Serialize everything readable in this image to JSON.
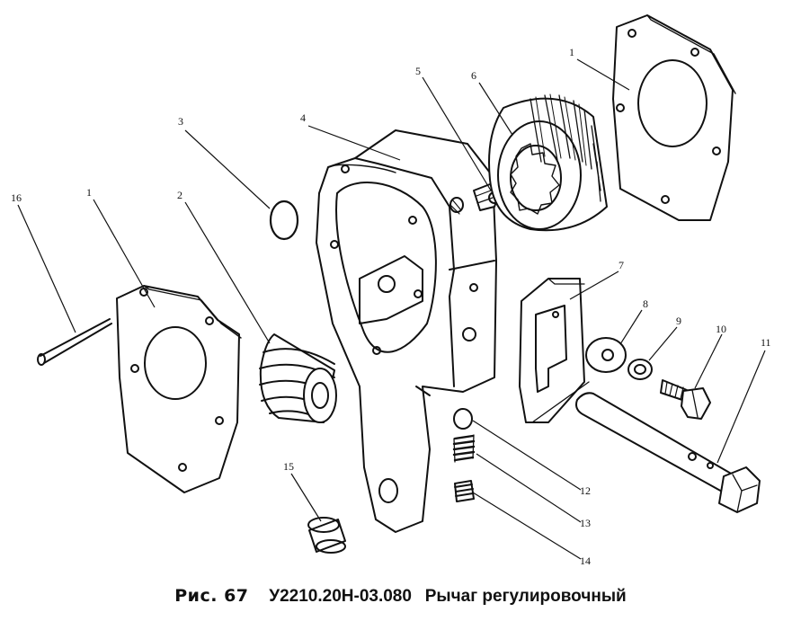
{
  "caption": {
    "figure_label": "Рис. 67",
    "part_code": "У2210.20Н-03.080",
    "title": "Рычаг регулировочный"
  },
  "callouts": [
    "1",
    "1",
    "2",
    "3",
    "4",
    "5",
    "6",
    "7",
    "8",
    "9",
    "10",
    "11",
    "12",
    "13",
    "14",
    "15",
    "16"
  ]
}
